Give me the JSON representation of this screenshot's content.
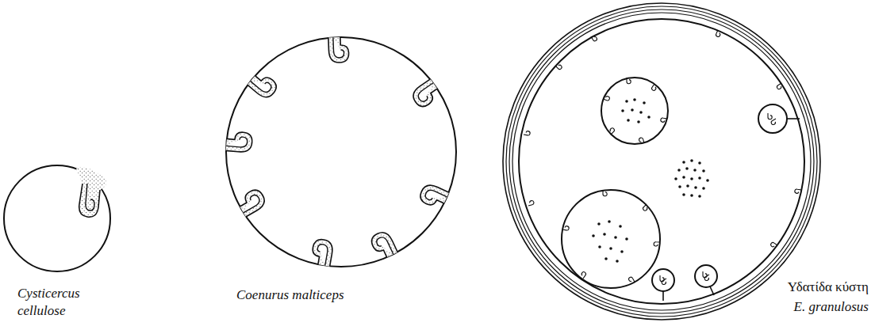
{
  "diagram": {
    "labels": [
      "Cysticercus cellulose",
      "Coenurus malticeps",
      "Υδατίδα κύστη",
      "E. granulosus"
    ]
  }
}
